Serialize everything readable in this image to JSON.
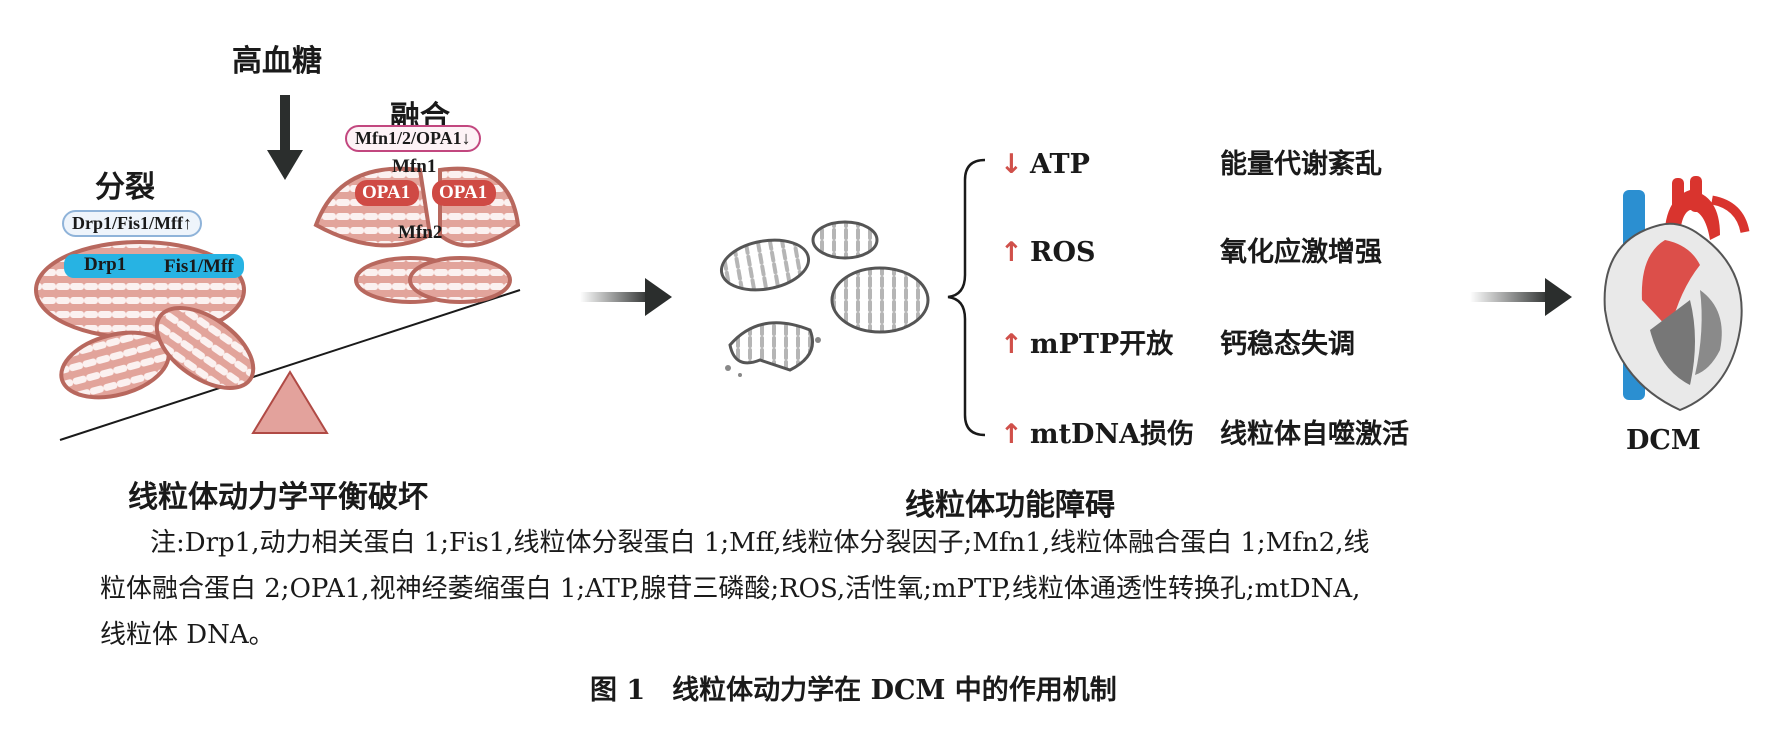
{
  "left_panel": {
    "trigger": "高血糖",
    "fission_title": "分裂",
    "fission_proteins": "Drp1/Fis1/Mff↑",
    "fission_label_drp1": "Drp1",
    "fission_label_fis1mff": "Fis1/Mff",
    "fusion_title": "融合",
    "fusion_proteins": "Mfn1/2/OPA1↓",
    "fusion_label_mfn1": "Mfn1",
    "fusion_label_opa1_left": "OPA1",
    "fusion_label_opa1_right": "OPA1",
    "fusion_label_mfn2": "Mfn2",
    "caption": "线粒体动力学平衡破坏"
  },
  "middle_panel": {
    "caption": "线粒体功能障碍",
    "effects": [
      {
        "arrow": "↓",
        "marker": "ATP",
        "consequence": "能量代谢紊乱"
      },
      {
        "arrow": "↑",
        "marker": "ROS",
        "consequence": "氧化应激增强"
      },
      {
        "arrow": "↑",
        "marker": "mPTP开放",
        "consequence": "钙稳态失调"
      },
      {
        "arrow": "↑",
        "marker": "mtDNA损伤",
        "consequence": "线粒体自噬激活"
      }
    ]
  },
  "right_panel": {
    "label": "DCM"
  },
  "note": {
    "line1": "注:Drp1,动力相关蛋白 1;Fis1,线粒体分裂蛋白 1;Mff,线粒体分裂因子;Mfn1,线粒体融合蛋白 1;Mfn2,线",
    "line2": "粒体融合蛋白 2;OPA1,视神经萎缩蛋白 1;ATP,腺苷三磷酸;ROS,活性氧;mPTP,线粒体通透性转换孔;mtDNA,",
    "line3": "线粒体 DNA。"
  },
  "figure_caption": "图 1　线粒体动力学在 DCM 中的作用机制",
  "colors": {
    "mito_fill": "#e2a49b",
    "mito_stroke": "#b8685e",
    "fission_band": "#27b3e3",
    "opa1_fill": "#cf4a44",
    "fusion_pill_border": "#c2477f",
    "fission_pill_border": "#8fb3d9",
    "arrow_dark": "#2b2e2d",
    "triangle_fill": "#e3a29c",
    "triangle_stroke": "#b04a45",
    "up_down_arrow": "#d0504a",
    "heart_red": "#d9342e",
    "heart_blue": "#2b8fd1"
  }
}
